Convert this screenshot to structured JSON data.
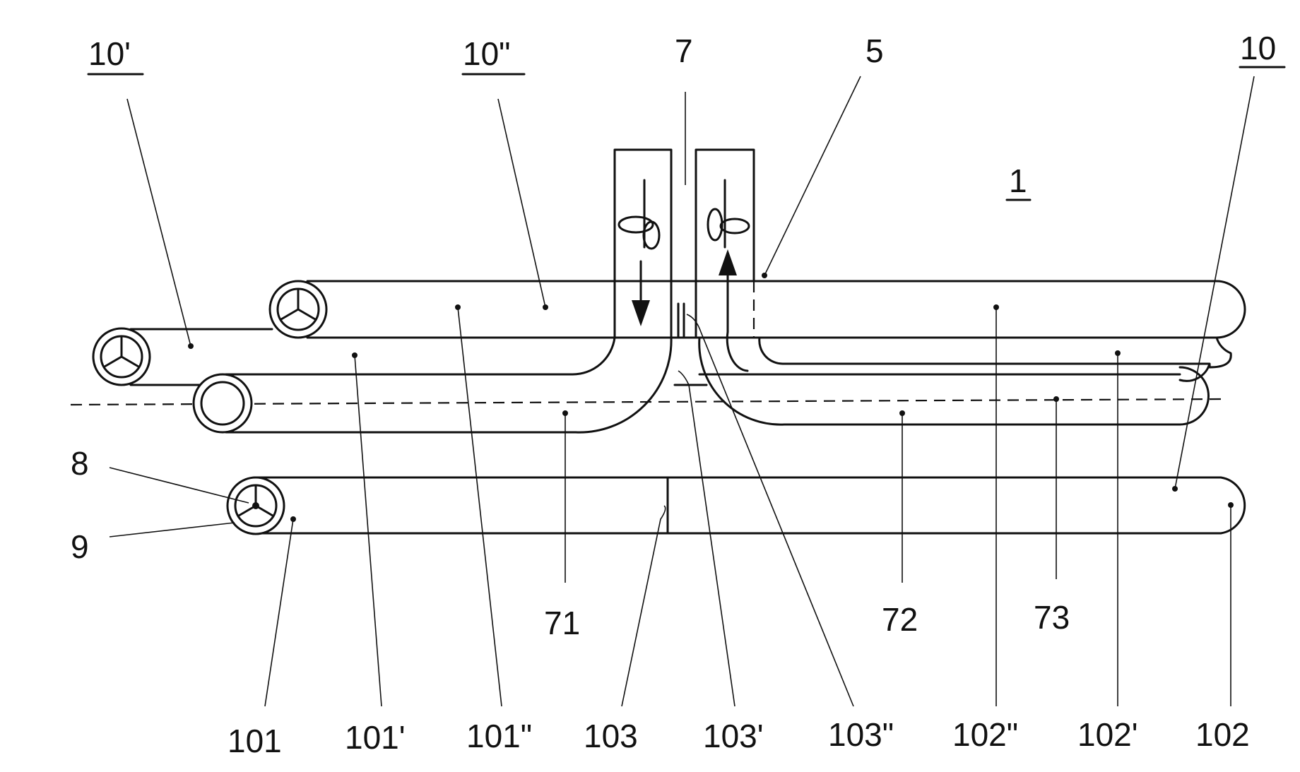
{
  "figure": {
    "ref_system": "1",
    "unit_main": "10",
    "unit_prime": "10'",
    "unit_double": "10\"",
    "duct_housing": "7",
    "housing_wall": "5",
    "fan": "8",
    "fan_motor": "9",
    "branch_left": "71",
    "branch_right": "72",
    "branch_center": "73",
    "seg_101": "101",
    "seg_101p": "101'",
    "seg_101pp": "101\"",
    "seg_103": "103",
    "seg_103p": "103'",
    "seg_103pp": "103\"",
    "seg_102pp": "102\"",
    "seg_102p": "102'",
    "seg_102": "102"
  },
  "icons": {
    "fan_blade": "propeller-icon",
    "flow_arrow": "arrow-icon"
  },
  "colors": {
    "ink": "#111111",
    "paper": "#ffffff"
  }
}
